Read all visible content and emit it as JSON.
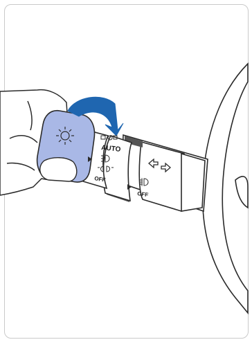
{
  "stalk_labels": {
    "auto": "AUTO",
    "off_headlight": "OFF",
    "off_fog": "OFF"
  },
  "icons": {
    "rotate_arrow_color": "#1f66b0",
    "stalk_highlight_color": "#a9b8e6",
    "turn_signal": "turn-signal-arrows-icon",
    "headlight": "headlight-icon",
    "parking_light": "parking-light-icon",
    "fog_light": "front-fog-light-icon",
    "light_bulb": "light-bulb-icon",
    "position_lamp": "position-lamp-icon"
  }
}
